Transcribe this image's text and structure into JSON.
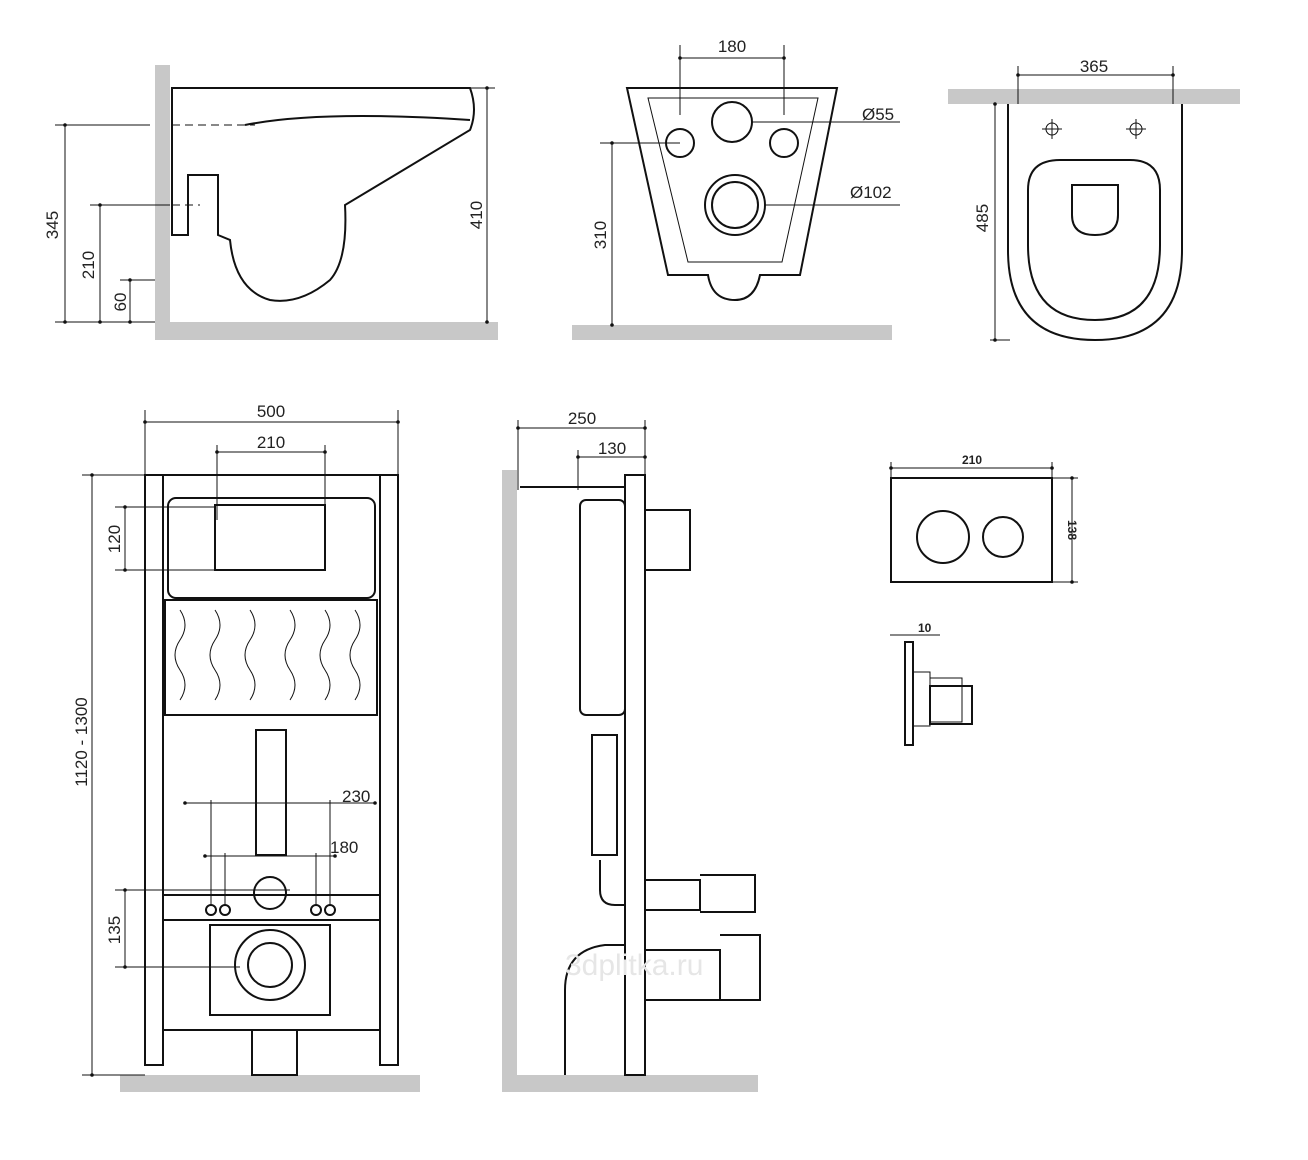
{
  "side_view": {
    "dim_345": "345",
    "dim_210": "210",
    "dim_60": "60",
    "dim_410": "410"
  },
  "front_view": {
    "dim_180": "180",
    "dia_55": "Ø55",
    "dia_102": "Ø102",
    "dim_310": "310"
  },
  "top_view": {
    "dim_365": "365",
    "dim_485": "485"
  },
  "frame_front": {
    "dim_500": "500",
    "dim_210": "210",
    "dim_120": "120",
    "dim_height": "1120 - 1300",
    "dim_230": "230",
    "dim_180": "180",
    "dim_135": "135"
  },
  "frame_side": {
    "dim_250": "250",
    "dim_130": "130"
  },
  "flush_plate": {
    "dim_width": "210",
    "dim_height": "138",
    "dim_depth": "10"
  },
  "watermark": "3dplitka.ru",
  "colors": {
    "line": "#111111",
    "wall": "#c8c8c8"
  }
}
